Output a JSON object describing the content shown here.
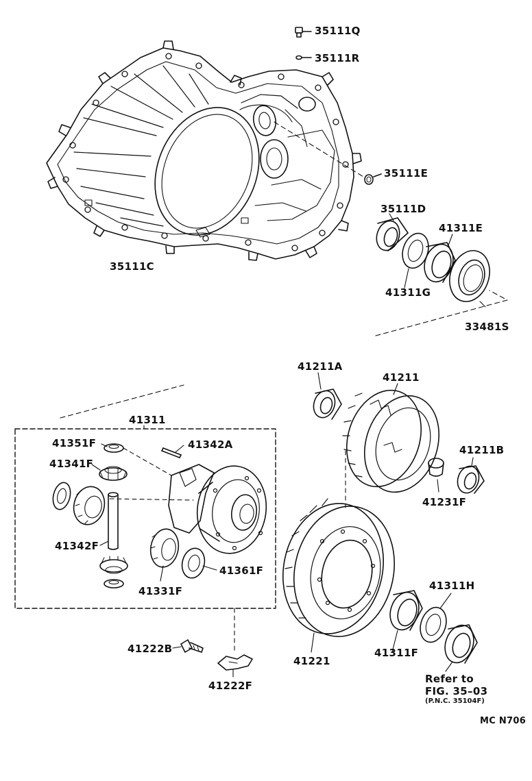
{
  "labels": {
    "p35111Q": "35111Q",
    "p35111R": "35111R",
    "p35111E_top": "35111E",
    "p35111C": "35111C",
    "p35111D": "35111D",
    "p41311E": "41311E",
    "p41311G": "41311G",
    "p33481S": "33481S",
    "p41211A": "41211A",
    "p41211": "41211",
    "p41211B": "41211B",
    "p41231F": "41231F",
    "p41311": "41311",
    "p41351F": "41351F",
    "p41342A": "41342A",
    "p41341F": "41341F",
    "p41342F": "41342F",
    "p41331F": "41331F",
    "p41361F": "41361F",
    "p41222B": "41222B",
    "p41222F": "41222F",
    "p41221": "41221",
    "p41311F": "41311F",
    "p41311H": "41311H"
  },
  "reference": {
    "line1": "Refer to",
    "line2": "FIG. 35–03",
    "line3": "(P.N.C. 35104F)"
  },
  "figure_code": "MC N706"
}
